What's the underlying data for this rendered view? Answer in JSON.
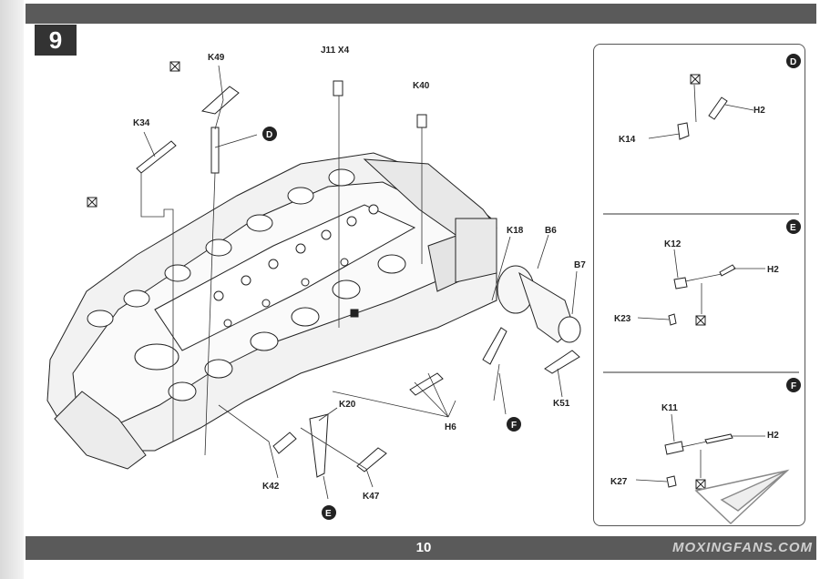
{
  "step": {
    "number": "9"
  },
  "labels": {
    "k49": "K49",
    "k34": "K34",
    "j11x4": "J11 X4",
    "k40": "K40",
    "k18": "K18",
    "b6": "B6",
    "b7": "B7",
    "k51": "K51",
    "h6": "H6",
    "k20": "K20",
    "k42": "K42",
    "k47": "K47"
  },
  "callouts": {
    "d": "D",
    "e": "E",
    "f": "F"
  },
  "inset": {
    "d_h2": "H2",
    "k14": "K14",
    "k12": "K12",
    "e_h2": "H2",
    "k23": "K23",
    "k11": "K11",
    "f_h2": "H2",
    "k27": "K27"
  },
  "footer": {
    "page_number": "10",
    "watermark": "MOXINGFANS.COM"
  },
  "colors": {
    "bars": "#5a5a5a",
    "step_box": "#333333",
    "ink": "#222222"
  },
  "icons": [
    "cement-icon",
    "paper-plane-logo"
  ]
}
